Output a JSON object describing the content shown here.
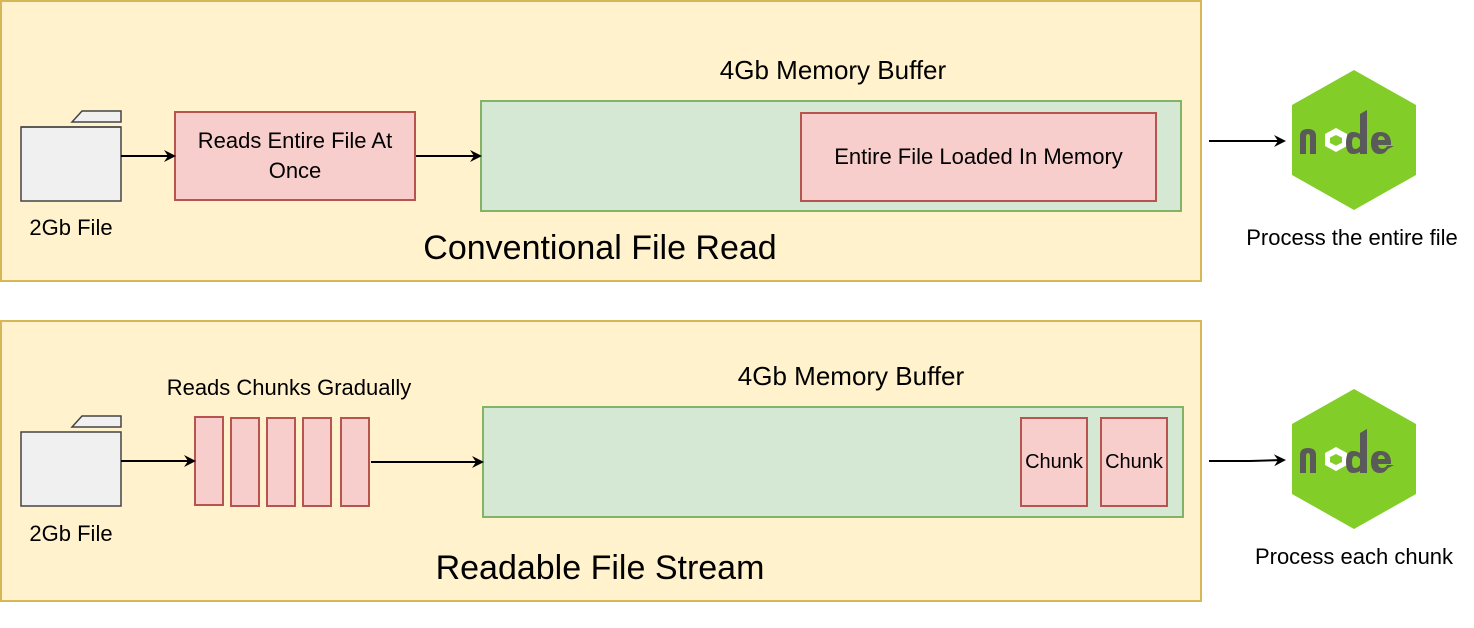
{
  "top": {
    "caption": "Conventional File Read",
    "file_label": "2Gb File",
    "read_label": "Reads Entire File At Once",
    "buffer_label": "4Gb Memory Buffer",
    "loaded_label": "Entire File Loaded In Memory",
    "process_label": "Process the entire file"
  },
  "bottom": {
    "caption": "Readable File Stream",
    "file_label": "2Gb File",
    "read_label": "Reads Chunks Gradually",
    "buffer_label": "4Gb Memory Buffer",
    "chunks": [
      "Chunk",
      "Chunk"
    ],
    "process_label": "Process each chunk"
  },
  "logo_text": "node",
  "colors": {
    "panel_fill": "#fff2cc",
    "panel_stroke": "#d6b656",
    "buffer_fill": "#d5e8d4",
    "buffer_stroke": "#82b366",
    "block_fill": "#f8cecc",
    "block_stroke": "#b85450",
    "node_green": "#83cd29",
    "folder_fill": "#f0f0f0"
  },
  "icons": [
    "folder-icon",
    "nodejs-logo-icon"
  ]
}
